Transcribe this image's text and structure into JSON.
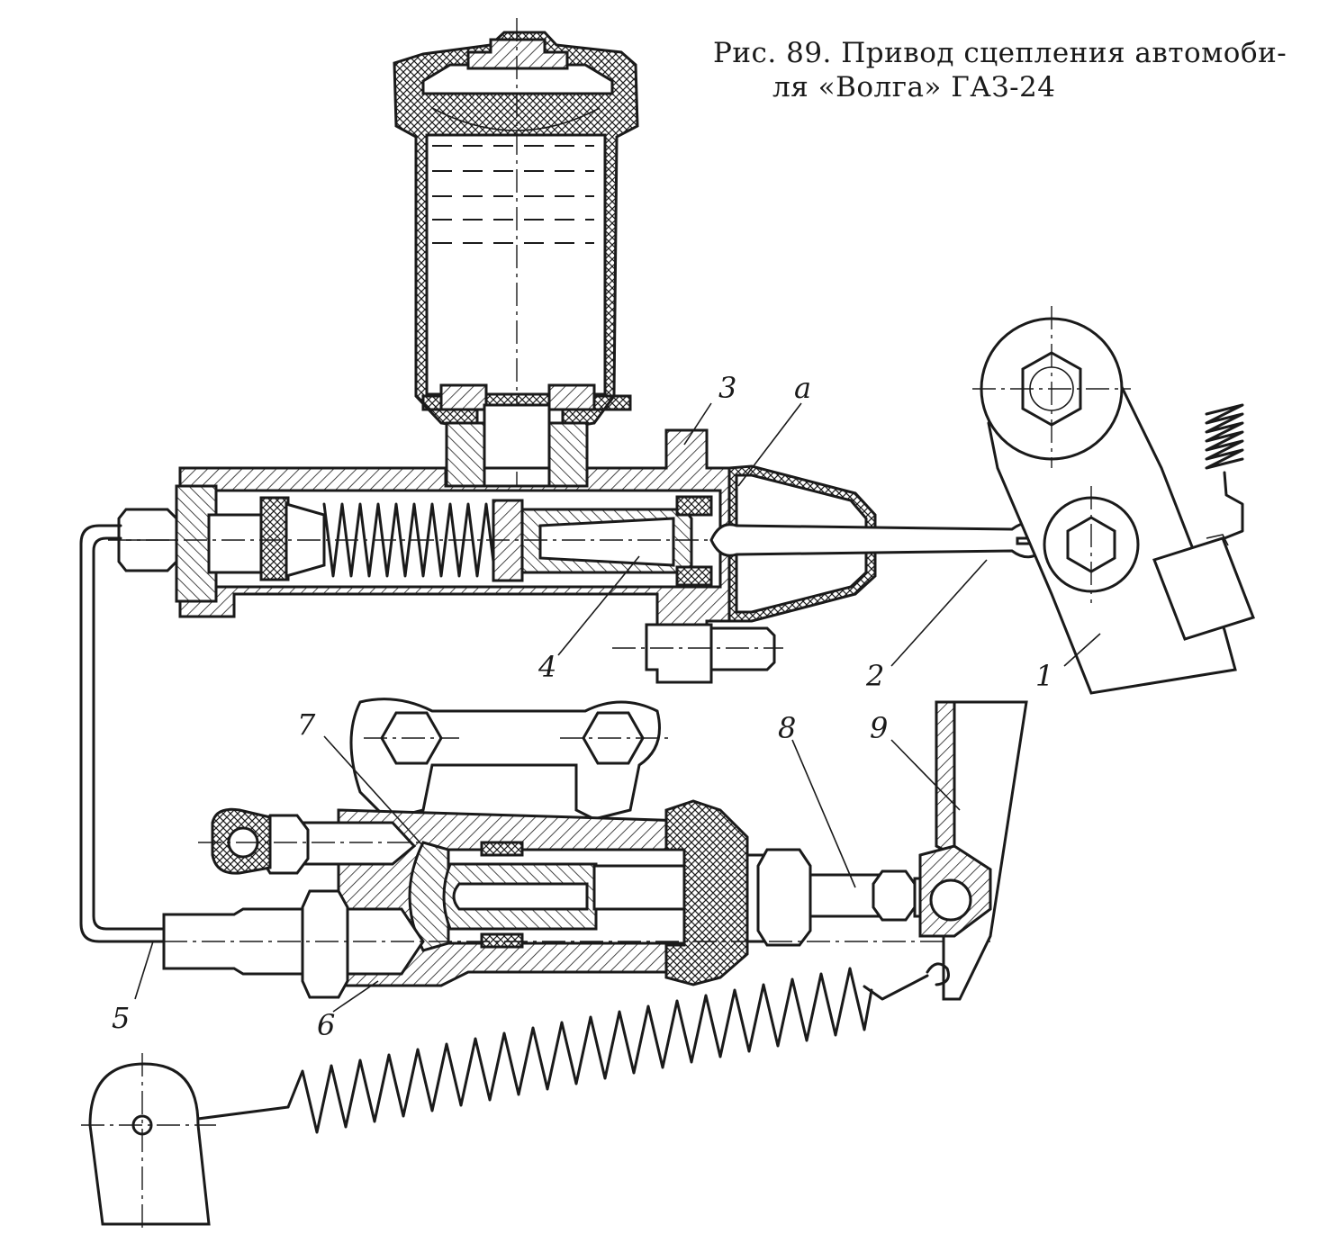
{
  "caption": {
    "line1": "Рис. 89. Привод сцепления автомоби-",
    "line2": "ля «Волга» ГАЗ-24"
  },
  "callouts": {
    "c1": "1",
    "c2": "2",
    "c3": "3",
    "c4": "4",
    "c5": "5",
    "c6": "6",
    "c7": "7",
    "c8": "8",
    "c9": "9",
    "ca": "a"
  }
}
